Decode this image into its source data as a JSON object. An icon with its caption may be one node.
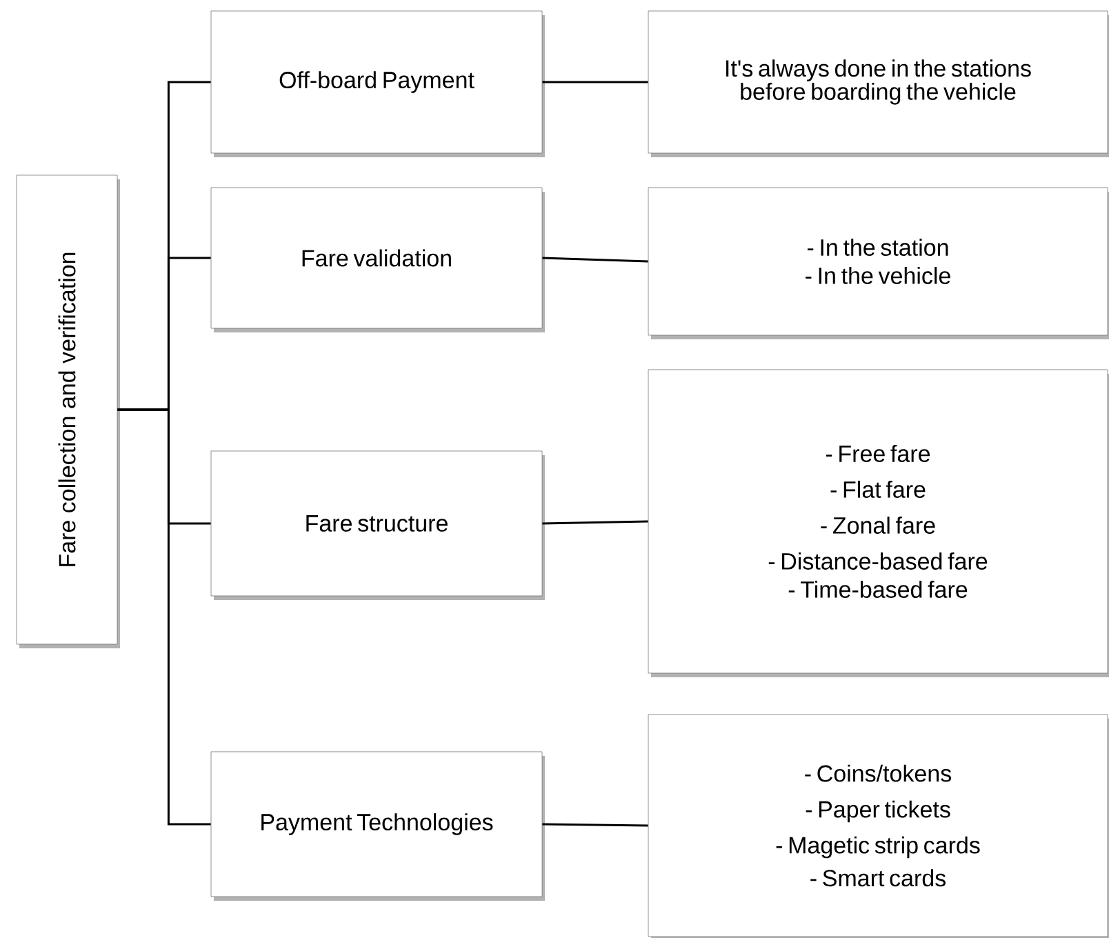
{
  "diagram": {
    "nodes": [
      {
        "text": [
          "Fare collection and verification"
        ]
      },
      {
        "text": [
          "Off-board Payment"
        ]
      },
      {
        "text": [
          "It's always done in the stations before boarding the vehicle"
        ]
      },
      {
        "text": [
          "Fare validation"
        ]
      },
      {
        "text": [
          "- In the station",
          "- In the vehicle"
        ]
      },
      {
        "text": [
          "Fare structure"
        ]
      },
      {
        "text": [
          "- Free fare",
          "- Flat fare",
          "- Zonal fare",
          "- Distance-based fare",
          "- Time-based fare"
        ]
      },
      {
        "text": [
          "Payment Technologies"
        ]
      },
      {
        "text": [
          "- Coins/tokens",
          "- Paper tickets",
          "- Magetic strip cards",
          "- Smart cards"
        ]
      }
    ],
    "edges": [
      {
        "from": 0,
        "to": 1,
        "arrow": "none"
      },
      {
        "from": 0,
        "to": 3,
        "arrow": "none"
      },
      {
        "from": 0,
        "to": 5,
        "arrow": "none"
      },
      {
        "from": 0,
        "to": 7,
        "arrow": "none"
      },
      {
        "from": 1,
        "to": 2,
        "arrow": "none"
      },
      {
        "from": 3,
        "to": 4,
        "arrow": "none"
      },
      {
        "from": 5,
        "to": 6,
        "arrow": "none"
      },
      {
        "from": 7,
        "to": 8,
        "arrow": "none"
      }
    ]
  }
}
